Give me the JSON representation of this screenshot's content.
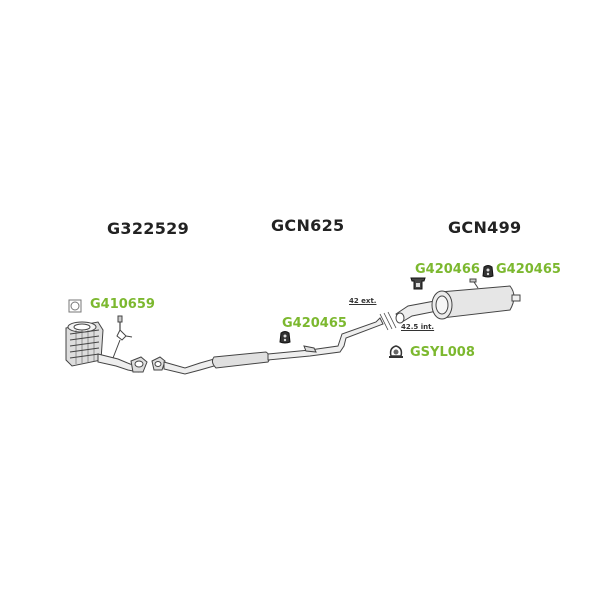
{
  "diagram": {
    "sections": [
      {
        "id": "front",
        "code": "G322529"
      },
      {
        "id": "middle",
        "code": "GCN625"
      },
      {
        "id": "rear",
        "code": "GCN499"
      }
    ],
    "parts": [
      {
        "code": "G410659",
        "icon": "gasket-icon"
      },
      {
        "code": "G420465",
        "icon": "rubber-mount-icon",
        "location": "middle"
      },
      {
        "code": "G420466",
        "icon": "bracket-mount-icon"
      },
      {
        "code": "G420465",
        "icon": "rubber-mount-icon",
        "location": "rear"
      },
      {
        "code": "GSYL008",
        "icon": "clamp-icon"
      }
    ],
    "dimensions": {
      "external": "42 ext.",
      "internal": "42.5 int."
    },
    "colors": {
      "part_label": "#7cb82f",
      "title": "#222222",
      "line": "#444444",
      "fill": "#e6e6e6"
    }
  }
}
